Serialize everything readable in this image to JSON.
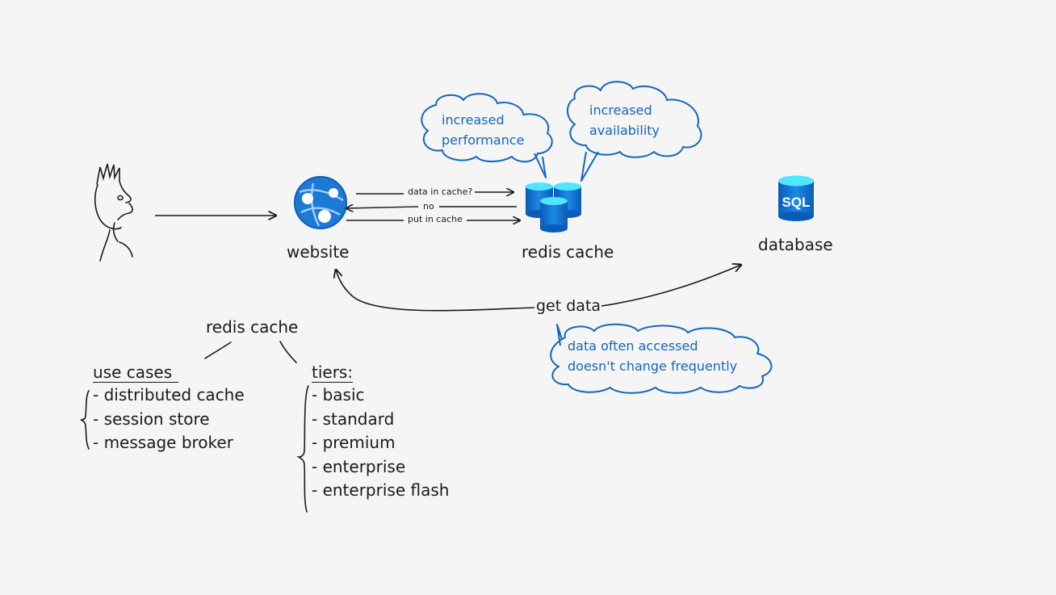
{
  "nodes": {
    "website": "website",
    "cache": "redis cache",
    "database": "database",
    "sql_badge": "SQL"
  },
  "arrows": {
    "check": "data in cache?",
    "miss": "no",
    "put": "put in cache",
    "get": "get data"
  },
  "callouts": {
    "performance": [
      "increased",
      "performance"
    ],
    "availability": [
      "increased",
      "availability"
    ],
    "criteria": [
      "data often accessed",
      "doesn't change frequently"
    ]
  },
  "summary": {
    "root": "redis cache",
    "use_cases": {
      "heading": "use cases",
      "items": [
        "- distributed cache",
        "- session store",
        "- message broker"
      ]
    },
    "tiers": {
      "heading": "tiers:",
      "items": [
        "- basic",
        "- standard",
        "- premium",
        "- enterprise",
        "- enterprise flash"
      ]
    }
  },
  "colors": {
    "ink": "#1a1a1a",
    "callout_blue": "#1565c0",
    "azure_blue": "#1976d2",
    "cache_cyan": "#50e6ff",
    "background": "#f5f5f5"
  },
  "icons": [
    "user-sketch-icon",
    "web-app-icon",
    "redis-cache-icon",
    "sql-database-icon"
  ]
}
